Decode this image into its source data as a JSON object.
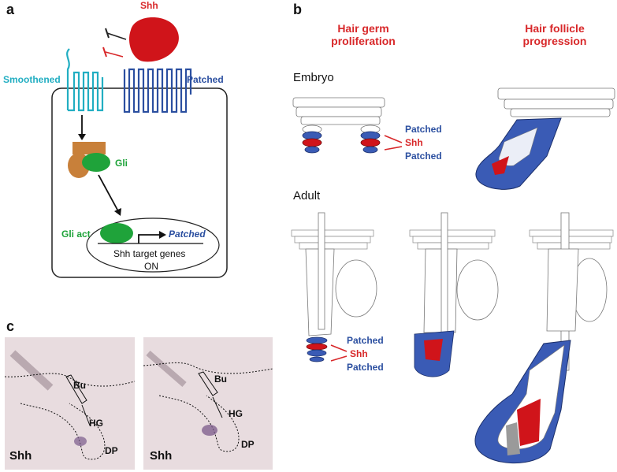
{
  "panel_a": {
    "letter": "a",
    "shh": "Shh",
    "smoothened": "Smoothened",
    "patched": "Patched",
    "gli": "Gli",
    "gli_act": "Gli act",
    "patched_target": "Patched",
    "target_line1": "Shh target genes",
    "target_line2": "ON"
  },
  "panel_b": {
    "letter": "b",
    "heading_left_1": "Hair germ",
    "heading_left_2": "proliferation",
    "heading_right_1": "Hair follicle",
    "heading_right_2": "progression",
    "embryo": "Embryo",
    "adult": "Adult",
    "emb_patched_top": "Patched",
    "emb_shh": "Shh",
    "emb_patched_bottom": "Patched",
    "adult_patched_top": "Patched",
    "adult_shh": "Shh",
    "adult_patched_bottom": "Patched"
  },
  "panel_c": {
    "letter": "c",
    "left": {
      "bu": "Bu",
      "hg": "HG",
      "dp": "DP",
      "stain": "Shh"
    },
    "right": {
      "bu": "Bu",
      "hg": "HG",
      "dp": "DP",
      "stain": "Shh"
    }
  },
  "colors": {
    "patched_blue": "#2b4fa0",
    "shh_red": "#d8282a",
    "smoothened_teal": "#22aec2",
    "gli_green": "#1fa33a",
    "gli_brown": "#c8803a"
  }
}
